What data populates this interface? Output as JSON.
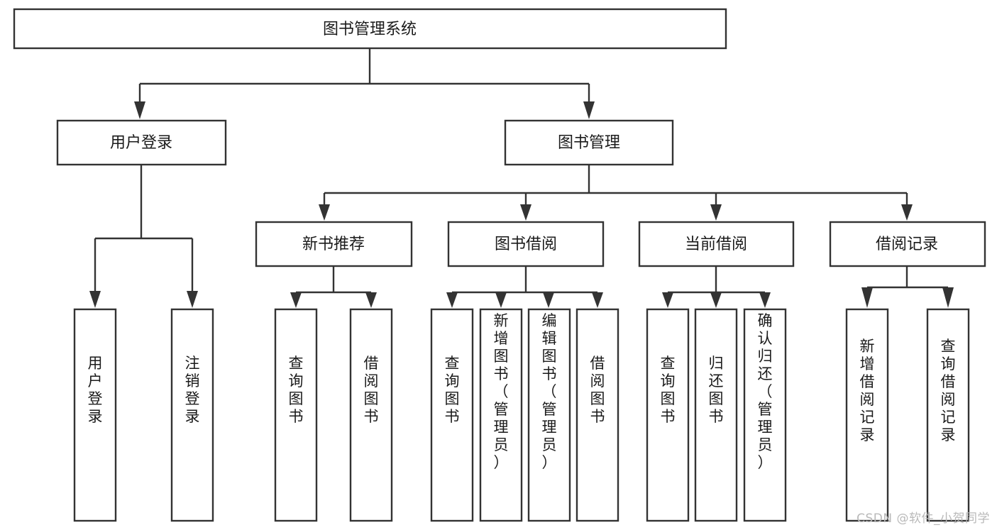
{
  "diagram": {
    "type": "tree-hierarchy-flowchart",
    "root": {
      "id": "root",
      "label": "图书管理系统"
    },
    "level2": [
      {
        "id": "user-login",
        "label": "用户登录"
      },
      {
        "id": "book-manage",
        "label": "图书管理"
      }
    ],
    "level3": [
      {
        "id": "new-book-recommend",
        "label": "新书推荐"
      },
      {
        "id": "book-borrow",
        "label": "图书借阅"
      },
      {
        "id": "current-borrow",
        "label": "当前借阅"
      },
      {
        "id": "borrow-record",
        "label": "借阅记录"
      }
    ],
    "leaves": {
      "user-login": [
        {
          "id": "leaf-user-login",
          "label": "用户登录"
        },
        {
          "id": "leaf-logout-login",
          "label": "注销登录"
        }
      ],
      "new-book-recommend": [
        {
          "id": "leaf-query-book-1",
          "label": "查询图书"
        },
        {
          "id": "leaf-borrow-book-1",
          "label": "借阅图书"
        }
      ],
      "book-borrow": [
        {
          "id": "leaf-query-book-2",
          "label": "查询图书"
        },
        {
          "id": "leaf-add-book-admin",
          "label": "新增图书（管理员）"
        },
        {
          "id": "leaf-edit-book-admin",
          "label": "编辑图书（管理员）"
        },
        {
          "id": "leaf-borrow-book-2",
          "label": "借阅图书"
        }
      ],
      "current-borrow": [
        {
          "id": "leaf-query-book-3",
          "label": "查询图书"
        },
        {
          "id": "leaf-return-book",
          "label": "归还图书"
        },
        {
          "id": "leaf-confirm-return-admin",
          "label": "确认归还（管理员）"
        }
      ],
      "borrow-record": [
        {
          "id": "leaf-add-borrow-record",
          "label": "新增借阅记录"
        },
        {
          "id": "leaf-query-borrow-record",
          "label": "查询借阅记录"
        }
      ]
    }
  },
  "watermark": {
    "text": "CSDN @软件_小贺同学"
  },
  "colors": {
    "stroke": "#333333",
    "fill": "#ffffff",
    "text": "#1a1a1a",
    "watermark": "#b9b9b9"
  }
}
